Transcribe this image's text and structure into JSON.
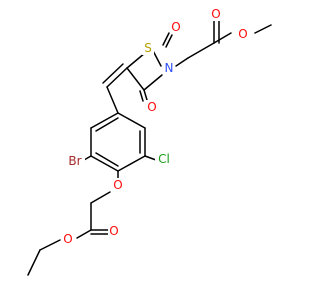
{
  "colors": {
    "background": "#ffffff",
    "carbon_bond": "#000000",
    "oxygen": "#ff0d0d",
    "nitrogen": "#3050f8",
    "sulfur": "#b8a000",
    "bromine": "#a62929",
    "chlorine": "#1a9e1a"
  },
  "atoms": {
    "o_carbonyl_ester_top": "O",
    "o_ester_top": "O",
    "sulfur": "S",
    "o_thiazolidine_c2": "O",
    "nitrogen": "N",
    "o_thiazolidine_c4": "O",
    "bromine": "Br",
    "chlorine": "Cl",
    "o_ether": "O",
    "o_carbonyl_ester_bottom": "O",
    "o_ester_bottom": "O"
  }
}
